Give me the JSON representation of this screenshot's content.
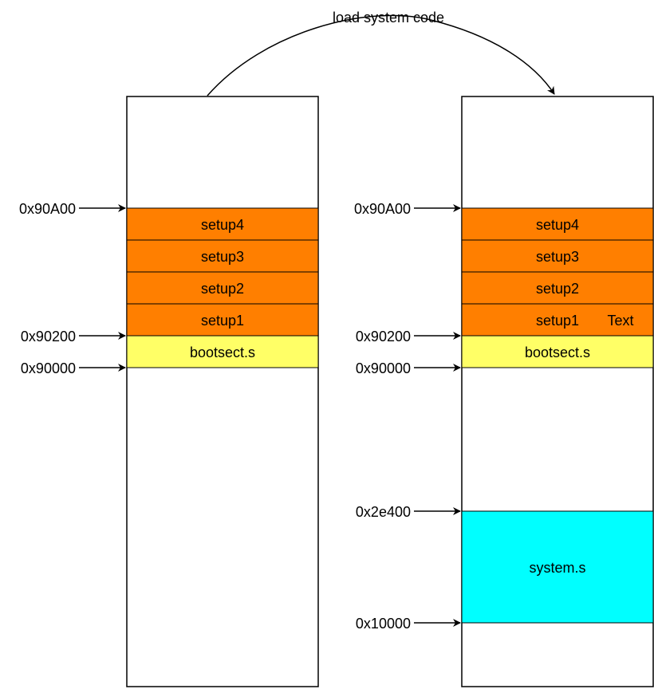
{
  "title": "load system code",
  "left_column": {
    "blocks": [
      {
        "label": "setup4",
        "color": "#FF7F00"
      },
      {
        "label": "setup3",
        "color": "#FF7F00"
      },
      {
        "label": "setup2",
        "color": "#FF7F00"
      },
      {
        "label": "setup1",
        "color": "#FF7F00"
      },
      {
        "label": "bootsect.s",
        "color": "#FFFF66"
      }
    ],
    "addresses": [
      "0x90A00",
      "0x90200",
      "0x90000"
    ]
  },
  "right_column": {
    "blocks": [
      {
        "label": "setup4",
        "color": "#FF7F00"
      },
      {
        "label": "setup3",
        "color": "#FF7F00"
      },
      {
        "label": "setup2",
        "color": "#FF7F00"
      },
      {
        "label": "setup1",
        "color": "#FF7F00"
      },
      {
        "label": "bootsect.s",
        "color": "#FFFF66"
      },
      {
        "label": "system.s",
        "color": "#00FFFF"
      }
    ],
    "extra_text": "Text",
    "addresses": [
      "0x90A00",
      "0x90200",
      "0x90000",
      "0x2e400",
      "0x10000"
    ]
  }
}
